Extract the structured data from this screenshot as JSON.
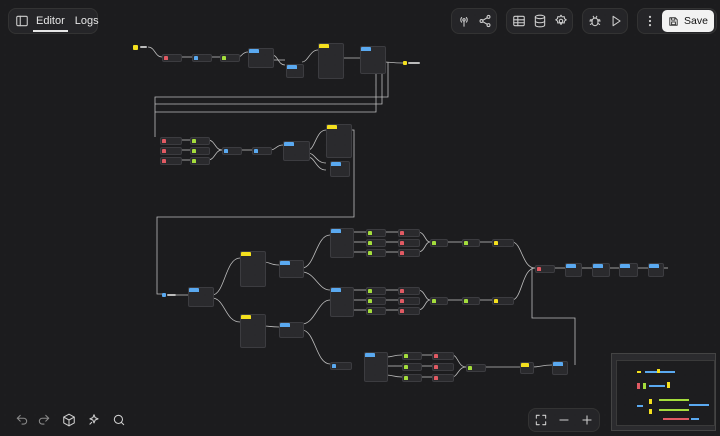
{
  "toolbar": {
    "tabs": [
      {
        "label": "Editor",
        "active": true
      },
      {
        "label": "Logs",
        "active": false
      }
    ],
    "save_label": "Save",
    "icons": [
      "sidebar-toggle-icon",
      "broadcast-icon",
      "share-icon",
      "table-icon",
      "database-icon",
      "settings-icon",
      "bug-icon",
      "play-icon",
      "more-icon",
      "save-icon"
    ]
  },
  "bottom_left_tools": [
    "undo-icon",
    "redo-icon",
    "cube-icon",
    "magic-icon",
    "search-icon"
  ],
  "bottom_right_tools": [
    "fit-view-icon",
    "zoom-out-icon",
    "zoom-in-icon"
  ],
  "colors": {
    "background": "#1c1c1e",
    "node_blue": "#5aa9f0",
    "node_yellow": "#f4e01e",
    "node_red": "#e05a63",
    "node_green": "#a4dd3c",
    "wire": "#c8c8c8"
  }
}
